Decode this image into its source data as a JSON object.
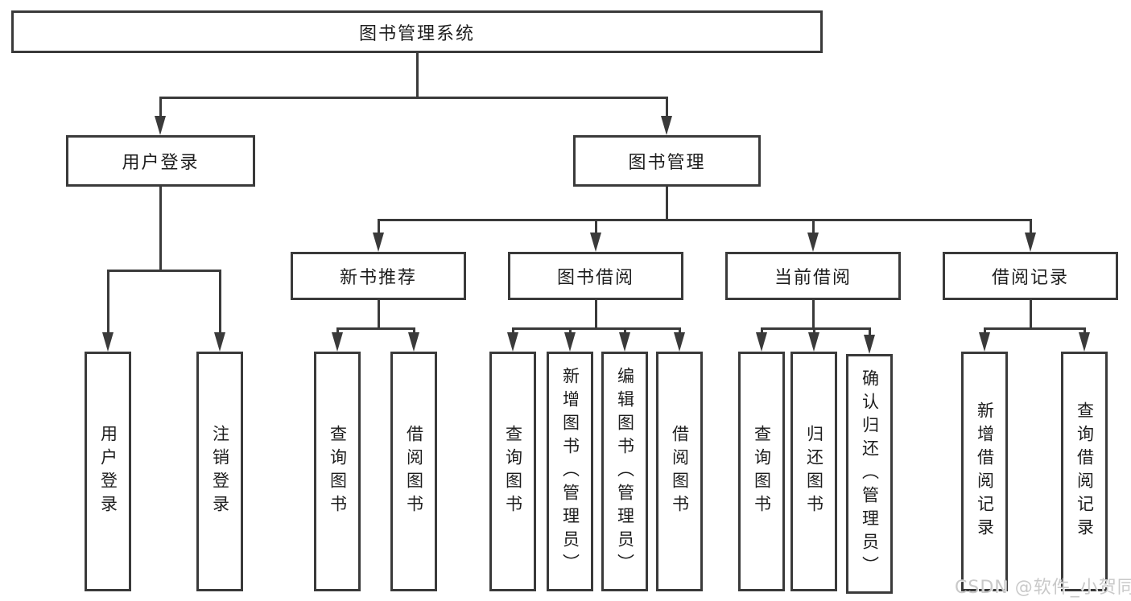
{
  "tree": {
    "label": "图书管理系统",
    "children": [
      {
        "label": "用户登录",
        "children": [
          {
            "label": "用户登录"
          },
          {
            "label": "注销登录"
          }
        ]
      },
      {
        "label": "图书管理",
        "children": [
          {
            "label": "新书推荐",
            "children": [
              {
                "label": "查询图书"
              },
              {
                "label": "借阅图书"
              }
            ]
          },
          {
            "label": "图书借阅",
            "children": [
              {
                "label": "查询图书"
              },
              {
                "label": "新增图书（管理员）"
              },
              {
                "label": "编辑图书（管理员）"
              },
              {
                "label": "借阅图书"
              }
            ]
          },
          {
            "label": "当前借阅",
            "children": [
              {
                "label": "查询图书"
              },
              {
                "label": "归还图书"
              },
              {
                "label": "确认归还（管理员）"
              }
            ]
          },
          {
            "label": "借阅记录",
            "children": [
              {
                "label": "新增借阅记录"
              },
              {
                "label": "查询借阅记录"
              }
            ]
          }
        ]
      }
    ]
  },
  "watermark": {
    "text": "CSDN @软件_小贺同学"
  },
  "colors": {
    "line": "#3a3a3a",
    "text": "#1e1e1e",
    "box-fill": "#ffffff",
    "watermark": "#c9c9c9"
  }
}
